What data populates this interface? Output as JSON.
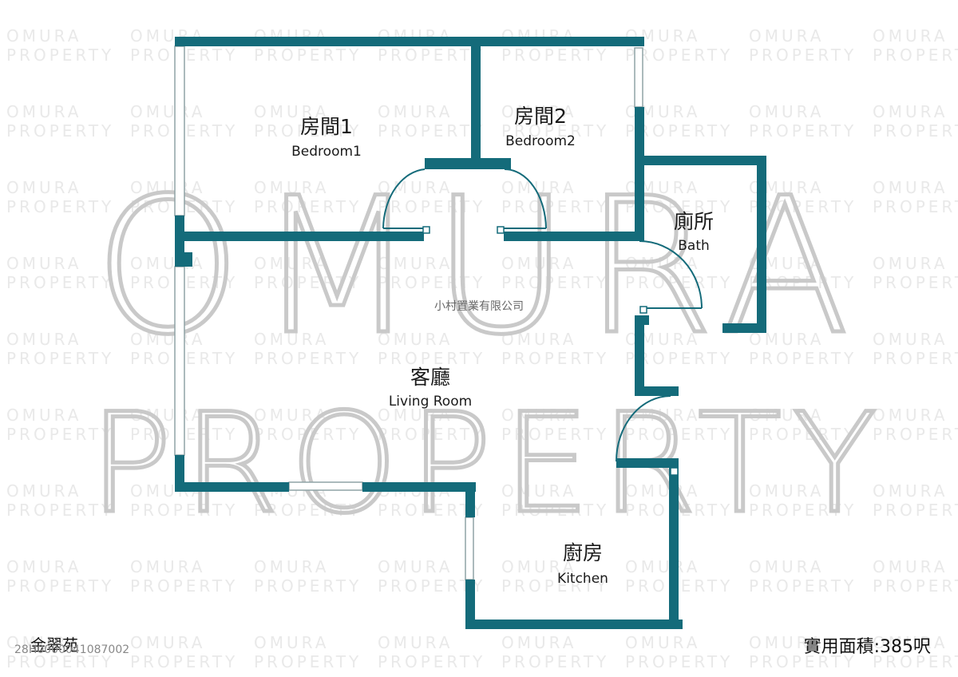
{
  "colors": {
    "wall": "#146b7a",
    "door": "#146b7a",
    "window": "#9aa7aa",
    "watermark": "#c9c9c9"
  },
  "watermark": {
    "brand_line1": "OMURA",
    "brand_line2": "PROPERTY",
    "company_name": "小村置業有限公司"
  },
  "rooms": {
    "bedroom1": {
      "name_cn": "房間1",
      "name_en": "Bedroom1"
    },
    "bedroom2": {
      "name_cn": "房間2",
      "name_en": "Bedroom2"
    },
    "bath": {
      "name_cn": "廁所",
      "name_en": "Bath"
    },
    "living": {
      "name_cn": "客廳",
      "name_en": "Living Room"
    },
    "kitchen": {
      "name_cn": "廚房",
      "name_en": "Kitchen"
    }
  },
  "footer": {
    "estate_name": "金翠苑",
    "listing_code": "28H0000041087002",
    "usable_area": "實用面積:385呎"
  }
}
